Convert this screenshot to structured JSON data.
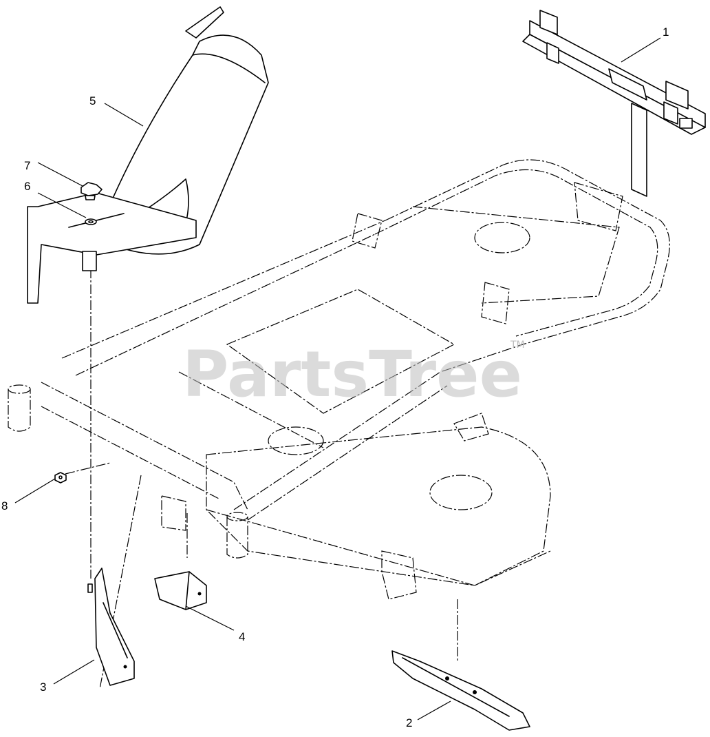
{
  "watermark": {
    "text": "PartsTree",
    "trademark": "TM"
  },
  "callouts": [
    {
      "id": "1",
      "label": "1"
    },
    {
      "id": "2",
      "label": "2"
    },
    {
      "id": "3",
      "label": "3"
    },
    {
      "id": "4",
      "label": "4"
    },
    {
      "id": "5",
      "label": "5"
    },
    {
      "id": "6",
      "label": "6"
    },
    {
      "id": "7",
      "label": "7"
    },
    {
      "id": "8",
      "label": "8"
    }
  ],
  "colors": {
    "line": "#000000",
    "watermark": "#bdbdbd",
    "background": "#ffffff"
  }
}
